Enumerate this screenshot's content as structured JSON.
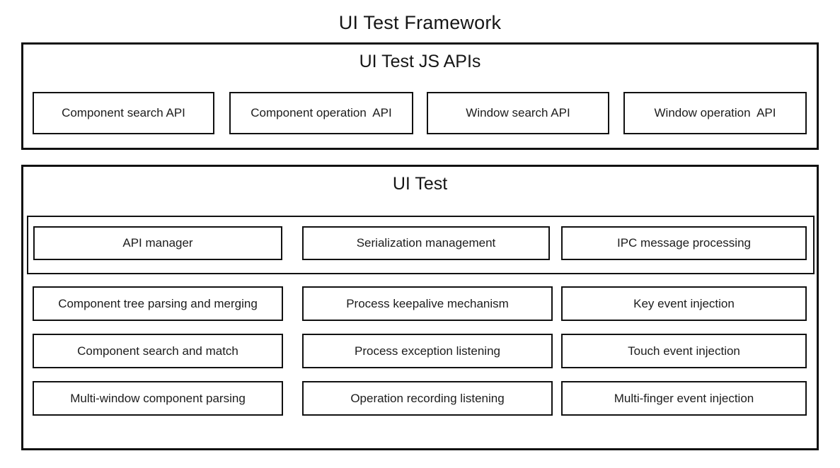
{
  "title": "UI Test Framework",
  "colors": {
    "background": "#ffffff",
    "border": "#111111",
    "text": "#1a1a1a"
  },
  "sections": [
    {
      "title": "UI Test JS APIs",
      "items": [
        {
          "label": "Component search API"
        },
        {
          "label": "Component operation  API"
        },
        {
          "label": "Window search API"
        },
        {
          "label": "Window operation  API"
        }
      ]
    },
    {
      "title": "UI Test",
      "manager_group": [
        {
          "label": "API manager"
        },
        {
          "label": "Serialization management"
        },
        {
          "label": "IPC message processing"
        }
      ],
      "modules": [
        {
          "label": "Component tree parsing and merging"
        },
        {
          "label": "Process keepalive mechanism"
        },
        {
          "label": "Key event injection"
        },
        {
          "label": "Component search and match"
        },
        {
          "label": "Process exception listening"
        },
        {
          "label": "Touch event injection"
        },
        {
          "label": "Multi-window component parsing"
        },
        {
          "label": "Operation recording listening"
        },
        {
          "label": "Multi-finger event injection"
        }
      ]
    }
  ]
}
